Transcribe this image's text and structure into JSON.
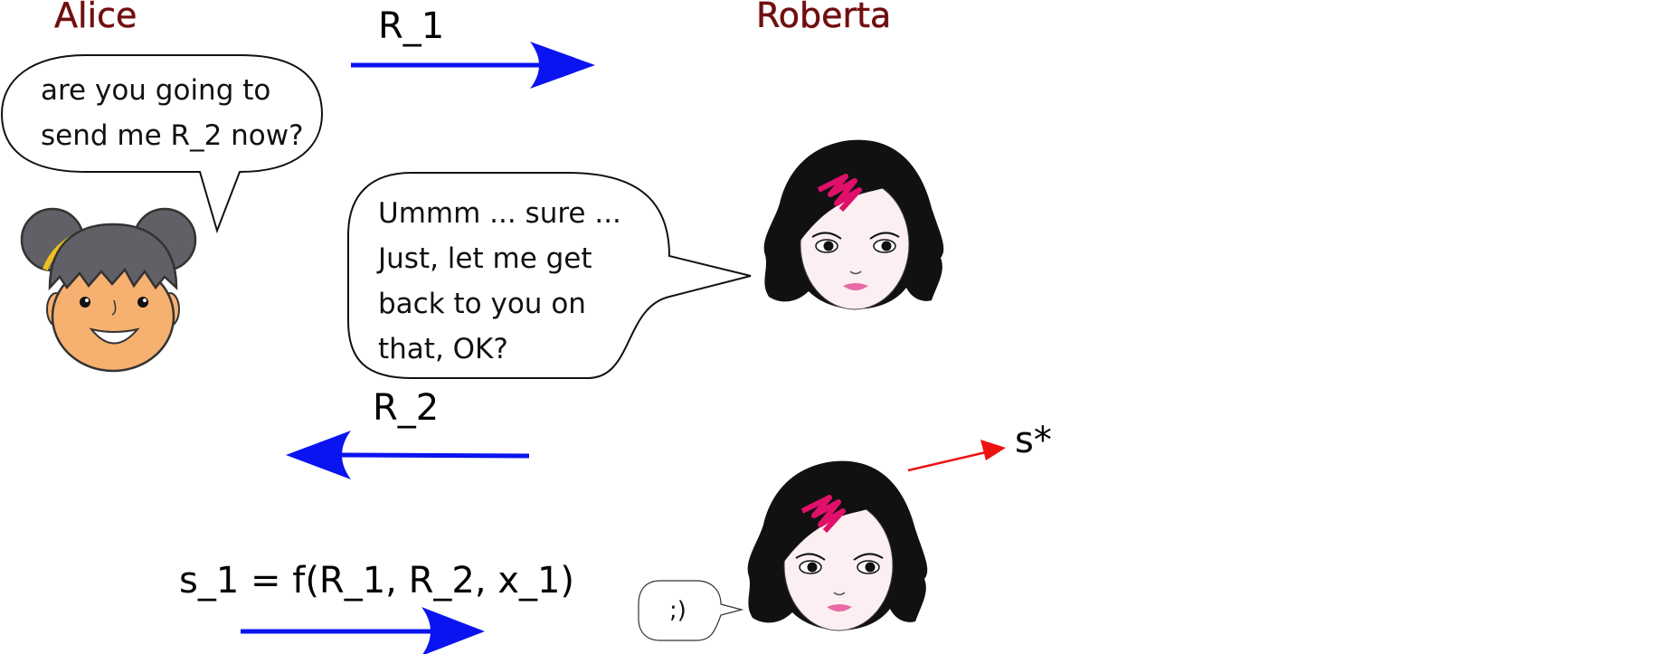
{
  "participants": {
    "alice": "Alice",
    "roberta": "Roberta"
  },
  "bubbles": {
    "alice": [
      "are you going to",
      "send me R_2 now?"
    ],
    "roberta": [
      "Ummm ... sure ...",
      "Just, let me get",
      "back to you on",
      "that, OK?"
    ],
    "wink": ";)"
  },
  "messages": {
    "r1": "R_1",
    "r2": "R_2",
    "s1": "s_1 = f(R_1, R_2, x_1)",
    "secret": "s*"
  },
  "colors": {
    "arrow": "#0a14f0",
    "secret_arrow": "#ee1111",
    "name": "#6a0f12"
  },
  "icons": [
    "alice-avatar-icon",
    "roberta-avatar-icon"
  ]
}
